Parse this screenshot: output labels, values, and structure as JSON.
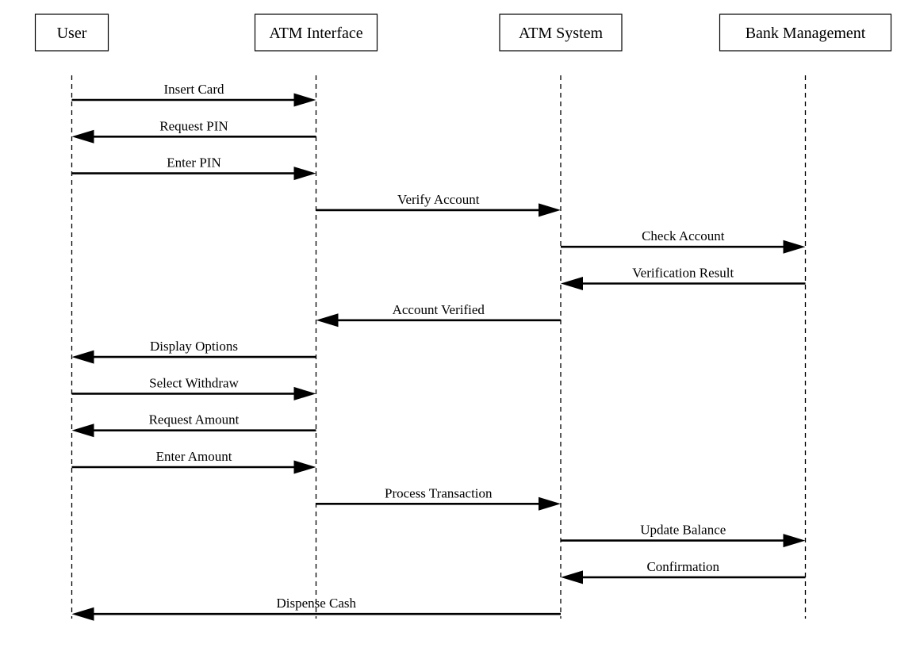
{
  "participants": [
    {
      "id": "user",
      "label": "User"
    },
    {
      "id": "atm_interface",
      "label": "ATM Interface"
    },
    {
      "id": "atm_system",
      "label": "ATM System"
    },
    {
      "id": "bank_management",
      "label": "Bank Management"
    }
  ],
  "messages": [
    {
      "from": "user",
      "to": "atm_interface",
      "label": "Insert Card"
    },
    {
      "from": "atm_interface",
      "to": "user",
      "label": "Request PIN"
    },
    {
      "from": "user",
      "to": "atm_interface",
      "label": "Enter PIN"
    },
    {
      "from": "atm_interface",
      "to": "atm_system",
      "label": "Verify Account"
    },
    {
      "from": "atm_system",
      "to": "bank_management",
      "label": "Check Account"
    },
    {
      "from": "bank_management",
      "to": "atm_system",
      "label": "Verification Result"
    },
    {
      "from": "atm_system",
      "to": "atm_interface",
      "label": "Account Verified"
    },
    {
      "from": "atm_interface",
      "to": "user",
      "label": "Display Options"
    },
    {
      "from": "user",
      "to": "atm_interface",
      "label": "Select Withdraw"
    },
    {
      "from": "atm_interface",
      "to": "user",
      "label": "Request Amount"
    },
    {
      "from": "user",
      "to": "atm_interface",
      "label": "Enter Amount"
    },
    {
      "from": "atm_interface",
      "to": "atm_system",
      "label": "Process Transaction"
    },
    {
      "from": "atm_system",
      "to": "bank_management",
      "label": "Update Balance"
    },
    {
      "from": "bank_management",
      "to": "atm_system",
      "label": "Confirmation"
    },
    {
      "from": "atm_system",
      "to": "user",
      "label": "Dispense Cash"
    }
  ]
}
